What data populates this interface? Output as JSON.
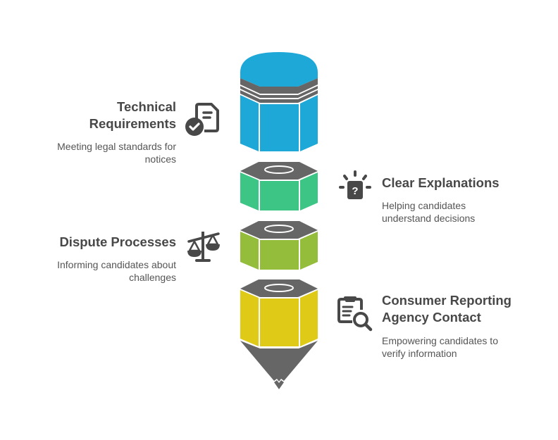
{
  "diagram": {
    "type": "pencil-infographic",
    "segments": [
      {
        "name": "eraser-cap",
        "color": "#1ea8d8",
        "band_color": "#666666"
      },
      {
        "name": "segment-2",
        "color": "#3cc585",
        "top_color": "#666666"
      },
      {
        "name": "segment-3",
        "color": "#93bd3a",
        "top_color": "#666666"
      },
      {
        "name": "segment-4",
        "color": "#dfca18",
        "top_color": "#666666"
      },
      {
        "name": "pencil-tip",
        "color": "#666666"
      }
    ],
    "text_color": "#484848",
    "desc_color": "#555555"
  },
  "items": [
    {
      "title_line1": "Technical",
      "title_line2": "Requirements",
      "desc_line1": "Meeting legal standards for",
      "desc_line2": "notices",
      "icon": "document-check-icon",
      "side": "left"
    },
    {
      "title_line1": "Clear Explanations",
      "desc_line1": "Helping candidates",
      "desc_line2": "understand decisions",
      "icon": "question-lightbulb-icon",
      "side": "right"
    },
    {
      "title_line1": "Dispute Processes",
      "desc_line1": "Informing candidates about",
      "desc_line2": "challenges",
      "icon": "scales-icon",
      "side": "left"
    },
    {
      "title_line1": "Consumer Reporting",
      "title_line2": "Agency Contact",
      "desc_line1": "Empowering candidates to",
      "desc_line2": "verify information",
      "icon": "clipboard-search-icon",
      "side": "right"
    }
  ]
}
